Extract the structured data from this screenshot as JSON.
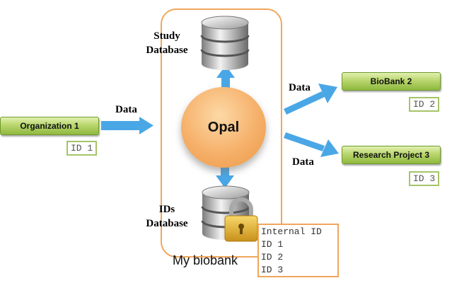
{
  "labels": {
    "study_db": [
      "Study",
      "Database"
    ],
    "ids_db": [
      "IDs",
      "Database"
    ],
    "opal": "Opal",
    "my_biobank": "My biobank",
    "data": "Data"
  },
  "nodes": {
    "organization1": {
      "name": "Organization 1",
      "id": "ID 1"
    },
    "biobank2": {
      "name": "BioBank 2",
      "id": "ID 2"
    },
    "research3": {
      "name": "Research Project 3",
      "id": "ID 3"
    }
  },
  "id_table": [
    "Internal ID",
    "ID 1",
    "ID 2",
    "ID 3"
  ],
  "colors": {
    "arrow": "#4aa7e6",
    "orange_border": "#f0a65b",
    "green_accent": "#a6c46a"
  },
  "icons": [
    "study-database-icon",
    "ids-database-icon",
    "padlock-icon",
    "arrow-icon"
  ]
}
